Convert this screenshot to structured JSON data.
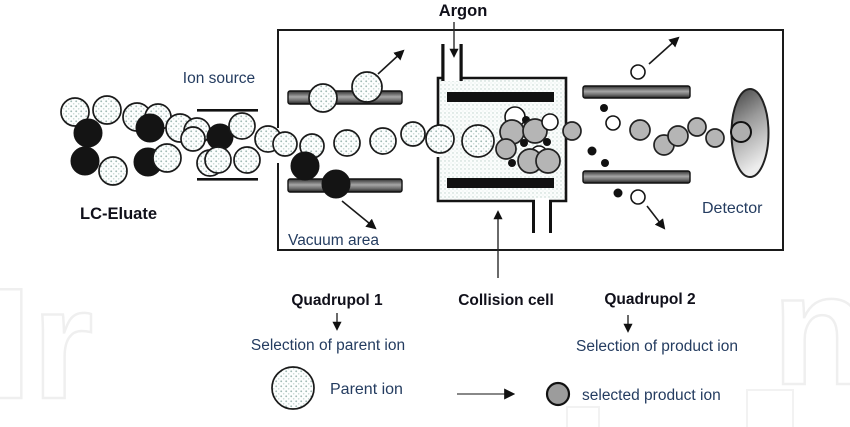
{
  "figure": {
    "type": "diagram",
    "subject": "tandem mass spectrometer schematic"
  },
  "labels": {
    "argon": "Argon",
    "ion_source": "Ion source",
    "lc_eluate": "LC-Eluate",
    "vacuum_area": "Vacuum area",
    "detector": "Detector",
    "quadrupol1": "Quadrupol 1",
    "collision_cell": "Collision cell",
    "quadrupol2": "Quadrupol 2",
    "selection_parent": "Selection of parent ion",
    "selection_product": "Selection of product ion",
    "legend_parent": "Parent ion",
    "legend_product": "selected product ion"
  },
  "watermark": {
    "left": "Ir",
    "right": "n"
  },
  "colors": {
    "background": "#ffffff",
    "line": "#1a1a1a",
    "label_regular": "#243c60",
    "label_bold": "#10101a",
    "parent_ion_fill": "#f6faf9",
    "parent_ion_dots": "#9db8b2",
    "black_ion": "#141414",
    "product_ion_fill": "#b5b5b5",
    "rod_gray": "#8a8a8a",
    "detector_dark": "#3f3f3f",
    "detector_light": "#ececec",
    "watermark": "#efefef"
  }
}
